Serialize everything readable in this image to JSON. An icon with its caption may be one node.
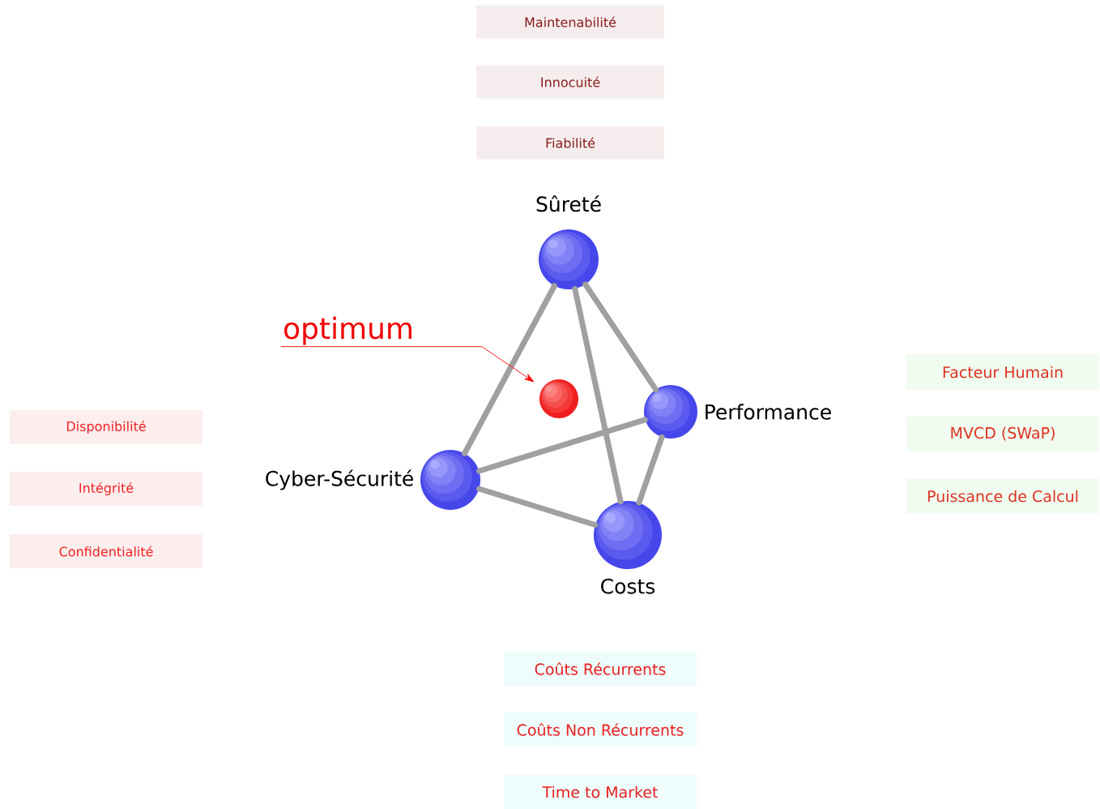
{
  "diagram": {
    "nodes": [
      {
        "text": [
          "Maintenabilité"
        ]
      },
      {
        "text": [
          "Innocuité"
        ]
      },
      {
        "text": [
          "Fiabilité"
        ]
      },
      {
        "text": [
          "Sûreté"
        ]
      },
      {
        "text": [
          "Performance"
        ]
      },
      {
        "text": [
          "Cyber-Sécurité"
        ]
      },
      {
        "text": [
          "Costs"
        ]
      },
      {
        "text": [
          "Disponibilité"
        ]
      },
      {
        "text": [
          "Intégrité"
        ]
      },
      {
        "text": [
          "Confidentialité"
        ]
      },
      {
        "text": [
          "Facteur Humain"
        ]
      },
      {
        "text": [
          "MVCD (SWaP)"
        ]
      },
      {
        "text": [
          "Puissance de Calcul"
        ]
      },
      {
        "text": [
          "Coûts Récurrents"
        ]
      },
      {
        "text": [
          "Coûts Non Récurrents"
        ]
      },
      {
        "text": [
          "Time to Market"
        ]
      },
      {
        "text": [
          "optimum"
        ]
      },
      {
        "text": [],
        "shape": "circle"
      }
    ],
    "edges": [
      {
        "from": 3,
        "to": 5,
        "arrow": "none"
      },
      {
        "from": 3,
        "to": 6,
        "arrow": "none"
      },
      {
        "from": 3,
        "to": 4,
        "arrow": "none"
      },
      {
        "from": 5,
        "to": 4,
        "arrow": "none"
      },
      {
        "from": 5,
        "to": 6,
        "arrow": "none"
      },
      {
        "from": 4,
        "to": 6,
        "arrow": "none"
      },
      {
        "from": 16,
        "to": 17,
        "arrow": "to",
        "color": "#ff0000"
      }
    ]
  }
}
